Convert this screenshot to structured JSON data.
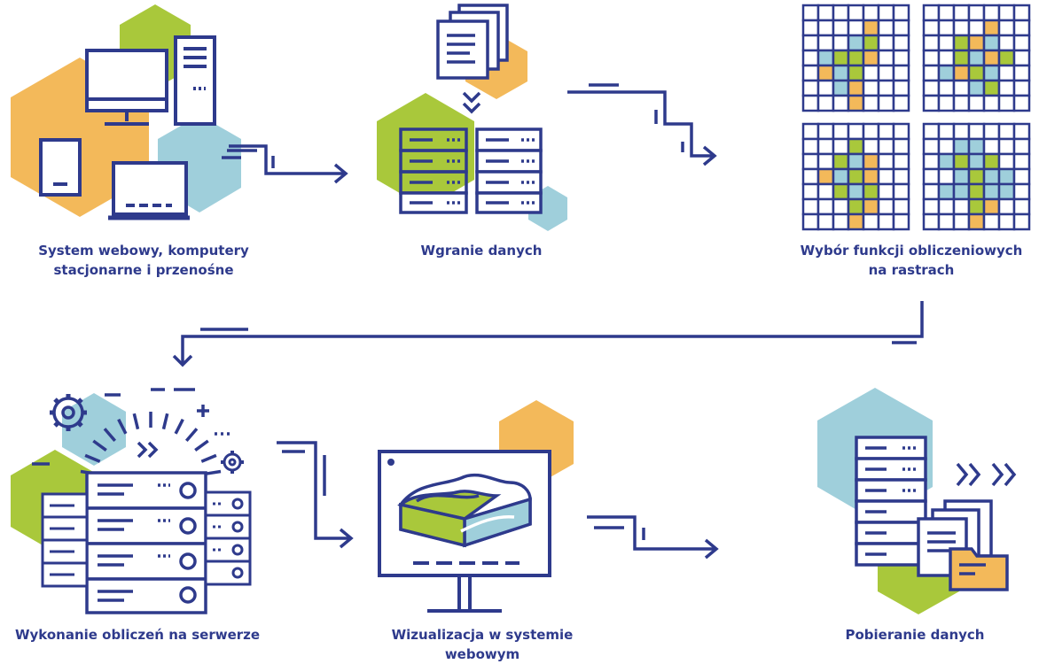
{
  "colors": {
    "stroke": "#2e3a8c",
    "orange": "#f3b95a",
    "green": "#a9c83b",
    "blue": "#9fcfdb",
    "white": "#ffffff"
  },
  "steps": [
    {
      "id": "step-web-system",
      "lines": [
        "System webowy, komputery",
        "stacjonarne i przenośne"
      ]
    },
    {
      "id": "step-data-upload",
      "lines": [
        "Wgranie danych"
      ]
    },
    {
      "id": "step-raster-functions",
      "lines": [
        "Wybór funkcji obliczeniowych",
        "na rastrach"
      ]
    },
    {
      "id": "step-server-computation",
      "lines": [
        "Wykonanie obliczeń na serwerze"
      ]
    },
    {
      "id": "step-web-visualization",
      "lines": [
        "Wizualizacja w systemie",
        "webowym"
      ]
    },
    {
      "id": "step-data-download",
      "lines": [
        "Pobieranie danych"
      ]
    }
  ]
}
